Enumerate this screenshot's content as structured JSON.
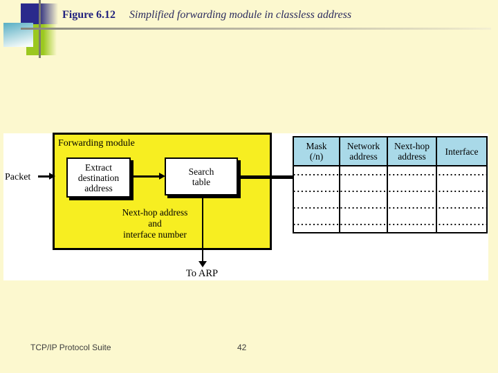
{
  "page": {
    "figure_label": "Figure 6.12",
    "figure_title": "Simplified forwarding module in classless address",
    "footer_left": "TCP/IP Protocol Suite",
    "page_number": "42"
  },
  "colors": {
    "background": "#fcf8cf",
    "accent_navy": "#2a2a8c",
    "accent_green": "#9bc820",
    "accent_teal": "#5fb2c6",
    "module_yellow": "#f7ee21",
    "table_header_blue": "#a9d9e8",
    "title_navy": "#22227e"
  },
  "diagram": {
    "packet_label": "Packet",
    "module_title": "Forwarding module",
    "extract_box": {
      "lines": [
        "Extract",
        "destination",
        "address"
      ]
    },
    "search_box": {
      "lines": [
        "Search",
        "table"
      ]
    },
    "output_note": {
      "lines": [
        "Next-hop address",
        "and",
        "interface number"
      ]
    },
    "to_arp_label": "To ARP"
  },
  "table": {
    "headers": [
      {
        "line1": "Mask",
        "line2": "(/n)"
      },
      {
        "line1": "Network",
        "line2": "address"
      },
      {
        "line1": "Next-hop",
        "line2": "address"
      },
      {
        "line1": "Interface",
        "line2": ""
      }
    ],
    "rows": [
      [
        "..............",
        "..............",
        "..............",
        ".............."
      ],
      [
        "..............",
        "..............",
        "..............",
        ".............."
      ],
      [
        "..............",
        "..............",
        "..............",
        ".............."
      ],
      [
        "..............",
        "..............",
        "..............",
        ".............."
      ]
    ]
  }
}
